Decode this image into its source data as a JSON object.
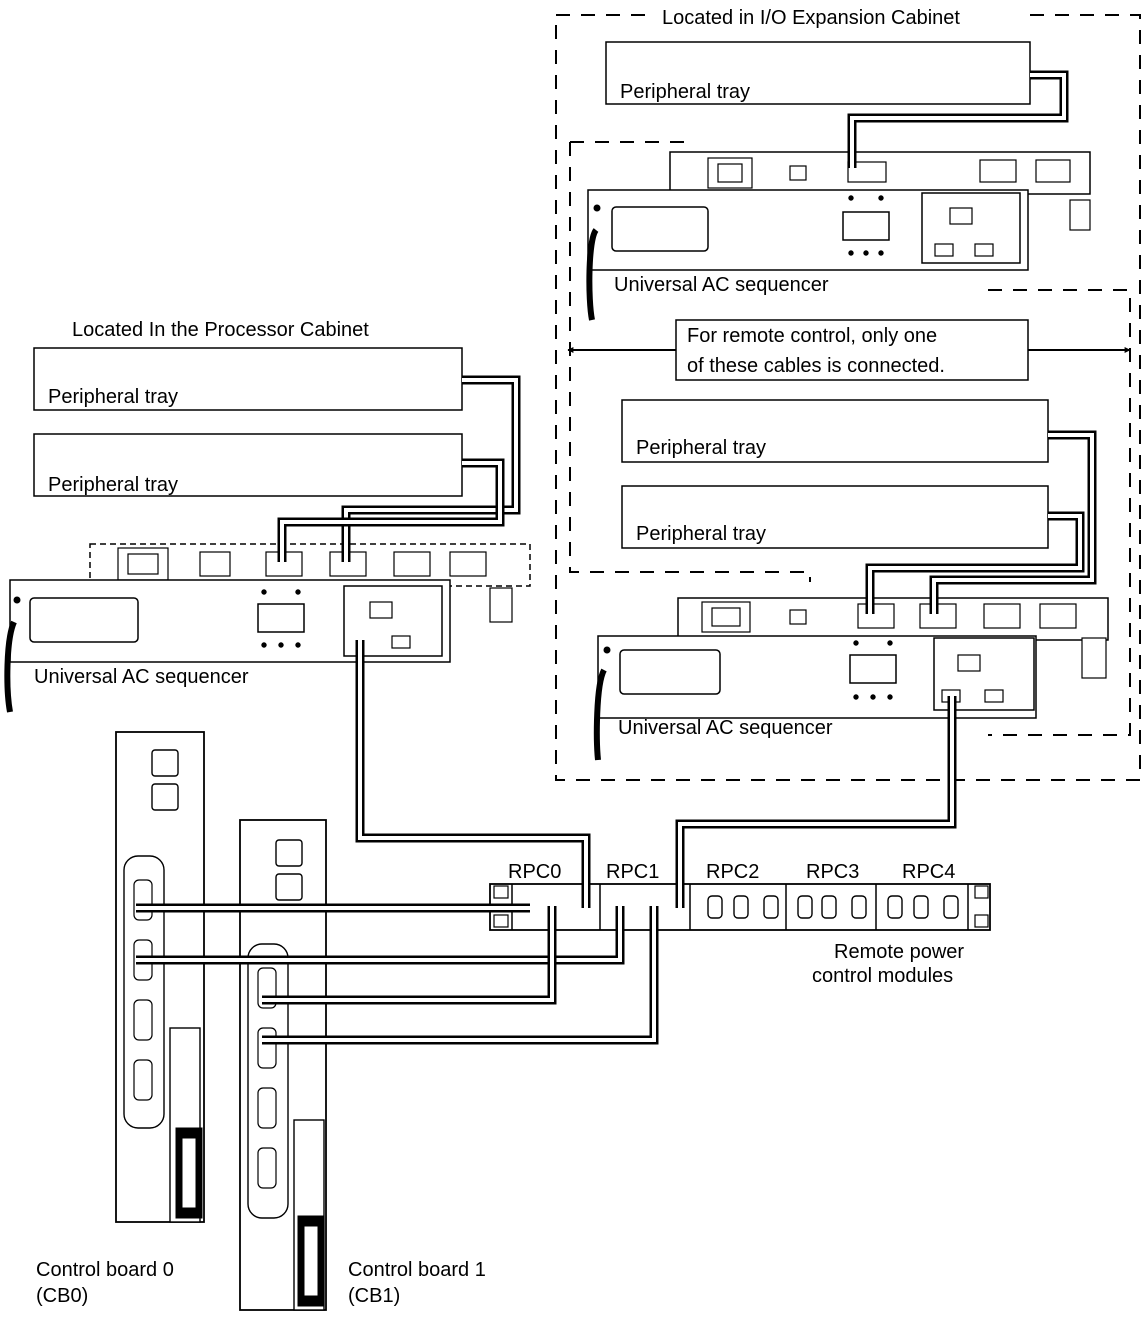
{
  "diagram": {
    "io_cabinet_label": "Located in I/O Expansion Cabinet",
    "processor_cabinet_label": "Located In the Processor Cabinet",
    "peripheral_tray_label": "Peripheral tray",
    "sequencer_label": "Universal AC sequencer",
    "remote_note": {
      "line1": "For remote control, only one",
      "line2": "of these cables is connected."
    },
    "rpc_labels": [
      "RPC0",
      "RPC1",
      "RPC2",
      "RPC3",
      "RPC4"
    ],
    "rpc_group_label": {
      "line1": "Remote power",
      "line2": "control modules"
    },
    "control_board_0": {
      "line1": "Control board 0",
      "line2": "(CB0)"
    },
    "control_board_1": {
      "line1": "Control board 1",
      "line2": "(CB1)"
    }
  }
}
